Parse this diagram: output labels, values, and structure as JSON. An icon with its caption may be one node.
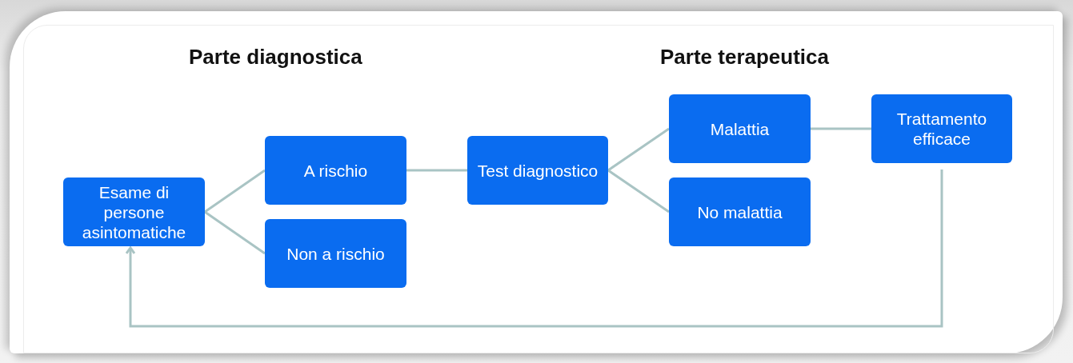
{
  "diagram": {
    "nodes": [
      {
        "text": [
          "Esame di persone asintomatiche"
        ]
      },
      {
        "text": [
          "A rischio"
        ]
      },
      {
        "text": [
          "Non a rischio"
        ]
      },
      {
        "text": [
          "Test diagnostico"
        ]
      },
      {
        "text": [
          "Malattia"
        ]
      },
      {
        "text": [
          "No malattia"
        ]
      },
      {
        "text": [
          "Trattamento efficace"
        ]
      }
    ],
    "edges": [
      {
        "from": 0,
        "to": 1,
        "arrow": "none"
      },
      {
        "from": 0,
        "to": 2,
        "arrow": "none"
      },
      {
        "from": 1,
        "to": 3,
        "arrow": "none"
      },
      {
        "from": 3,
        "to": 4,
        "arrow": "none"
      },
      {
        "from": 3,
        "to": 5,
        "arrow": "none"
      },
      {
        "from": 4,
        "to": 6,
        "arrow": "none"
      },
      {
        "from": 6,
        "to": 0,
        "arrow": "to"
      }
    ],
    "labels": [
      "Parte diagnostica",
      "Parte terapeutica"
    ]
  }
}
